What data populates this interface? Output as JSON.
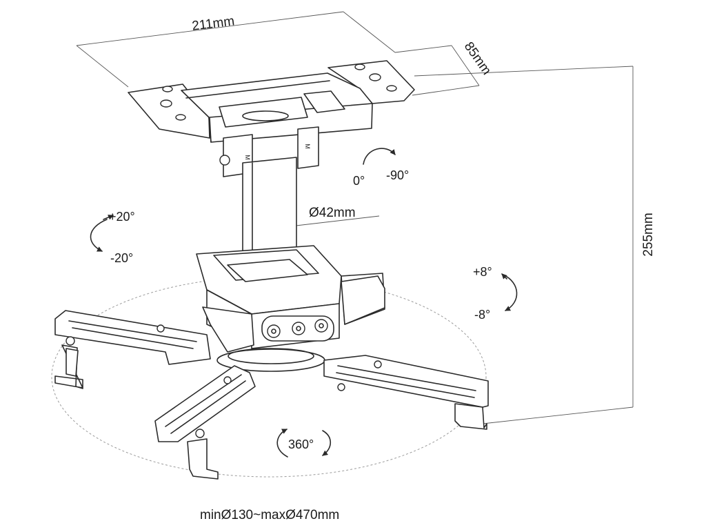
{
  "dimensions": {
    "width_top": "211mm",
    "depth_top": "85mm",
    "height": "255mm",
    "tube_diameter": "Ø42mm",
    "arm_span": "minØ130~maxØ470mm"
  },
  "rotations": {
    "swivel_start": "0°",
    "swivel_end": "-90°",
    "tilt_up": "+20°",
    "tilt_down": "-20°",
    "level_up": "+8°",
    "level_down": "-8°",
    "full_turn": "360°"
  },
  "markings": {
    "clamp_left": "M",
    "clamp_right": "M"
  }
}
